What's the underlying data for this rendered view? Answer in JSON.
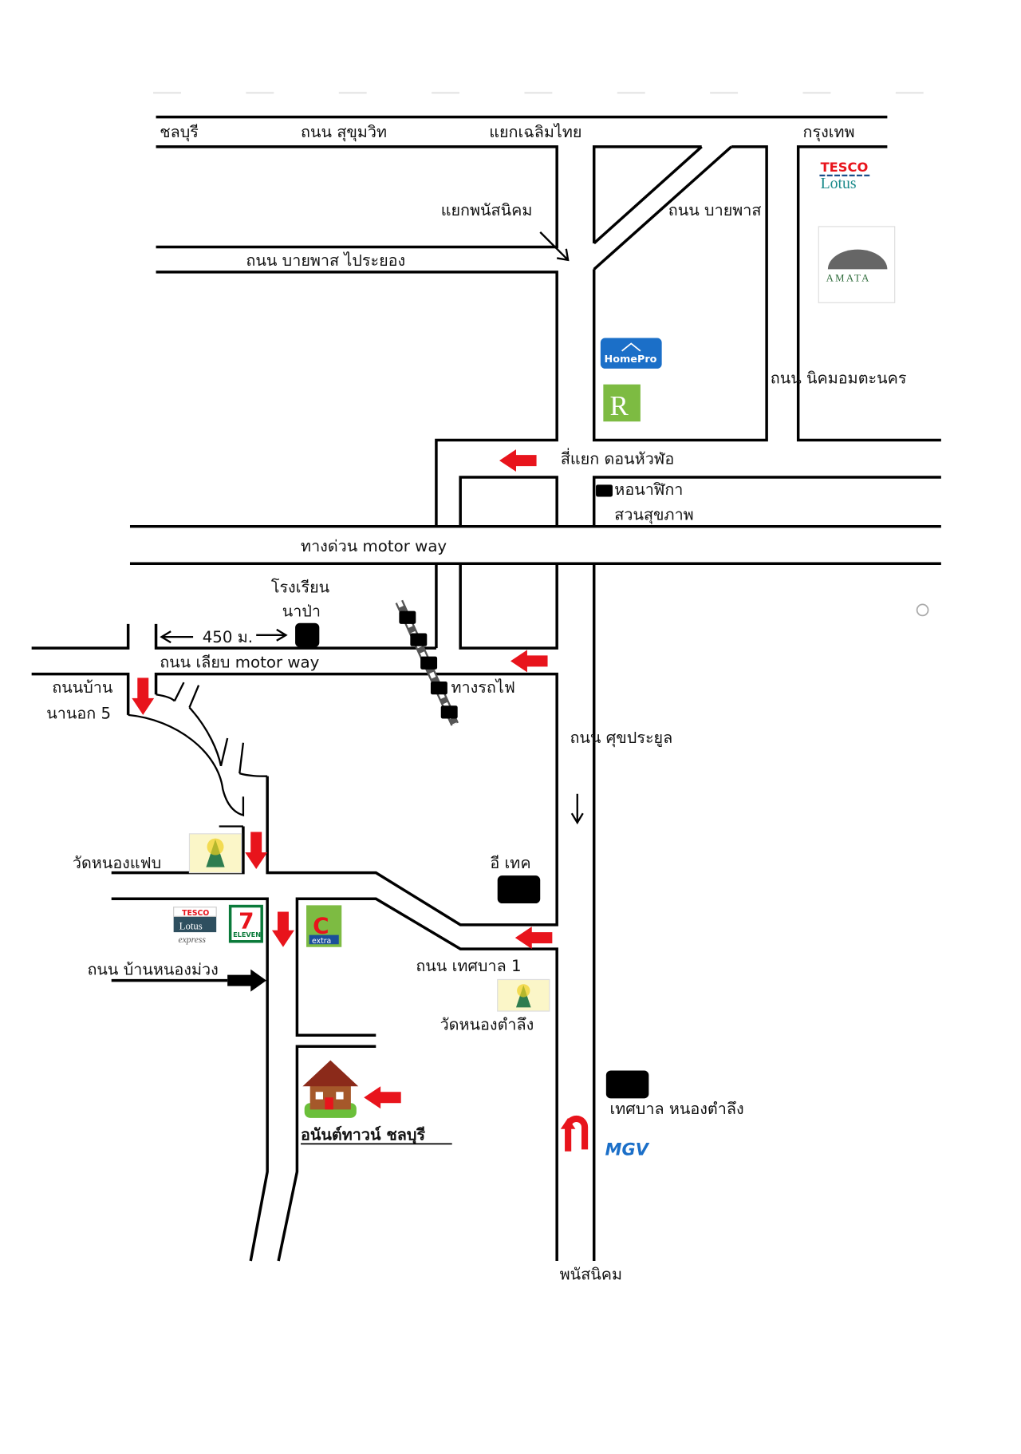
{
  "labels": {
    "chonburi": "ชลบุรี",
    "sukhumvit": "ถนน  สุขุมวิท",
    "chaloem_thai": "แยกเฉลิมไทย",
    "bangkok": "กรุงเทพ",
    "phanat_junction": "แยกพนัสนิคม",
    "bypass": "ถนน บายพาส",
    "bypass_rayong": "ถนน บายพาส ไประยอง",
    "nikhom_amata": "ถนน นิคมอมตะนคร",
    "donhuafo": "สี่แยก ดอนหัวฬ่อ",
    "clock_tower": "หอนาฬิกา",
    "park": "สวนสุขภาพ",
    "motorway": "ทางด่วน     motor  way",
    "school_1": "โรงเรียน",
    "school_2": "นาป่า",
    "distance": "450 ม.",
    "frontage": "ถนน เลียบ motor way",
    "railway": "ทางรถไฟ",
    "ban_nanok_1": "ถนนบ้าน",
    "ban_nanok_2": "นานอก 5",
    "sukprayoon": "ถนน ศุขประยูล",
    "wat_nongfaep": "วัดหนองแฟบ",
    "etech": "อี เทค",
    "nongmuang": "ถนน บ้านหนองม่วง",
    "thesaban1": "ถนน เทศบาล 1",
    "wat_nongtamlueng": "วัดหนองตำลึง",
    "municipality": "เทศบาล หนองตำลึง",
    "destination": "อนันต์ทาวน์ ชลบุรี",
    "phanat_nikhom": "พนัสนิคม"
  },
  "logos": {
    "tesco_lotus": "TESCO Lotus",
    "amata": "AMATA",
    "homepro": "HomePro",
    "robinson": "R",
    "lotus_express": "TESCO Lotus express",
    "seven_eleven": "7 ELEVEN",
    "big_c_extra": "C extra",
    "mgv": "MGV"
  },
  "colors": {
    "direction_arrow": "#e8141c",
    "homepro": "#1b6fc8",
    "robinson": "#7dbb42",
    "tesco_red": "#e8141c",
    "tesco_teal": "#1a8a8a"
  }
}
